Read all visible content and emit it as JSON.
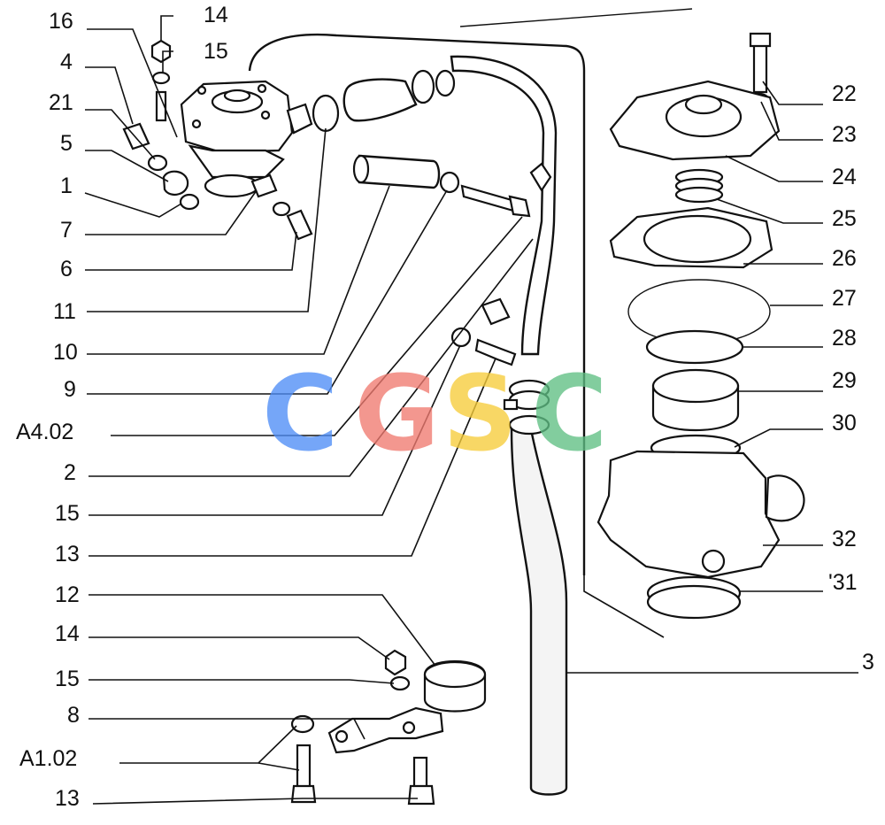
{
  "labels": {
    "l16": "16",
    "l14a": "14",
    "l15a": "15",
    "l4": "4",
    "l21": "21",
    "l5": "5",
    "l1": "1",
    "l7": "7",
    "l6": "6",
    "l11": "11",
    "l10": "10",
    "l9": "9",
    "la402": "A4.02",
    "l2": "2",
    "l15b": "15",
    "l13a": "13",
    "l12": "12",
    "l14b": "14",
    "l15c": "15",
    "l8": "8",
    "la102": "A1.02",
    "l13b": "13",
    "l22": "22",
    "l23": "23",
    "l24": "24",
    "l25": "25",
    "l26": "26",
    "l27": "27",
    "l28": "28",
    "l29": "29",
    "l30": "30",
    "l32": "32",
    "l31": "'31",
    "l3": "3"
  },
  "watermark": {
    "letters": [
      "C",
      "G",
      "S",
      "C"
    ],
    "colors": [
      "#4f8ef7",
      "#f07a70",
      "#f7cd3b",
      "#5fbf84"
    ]
  }
}
